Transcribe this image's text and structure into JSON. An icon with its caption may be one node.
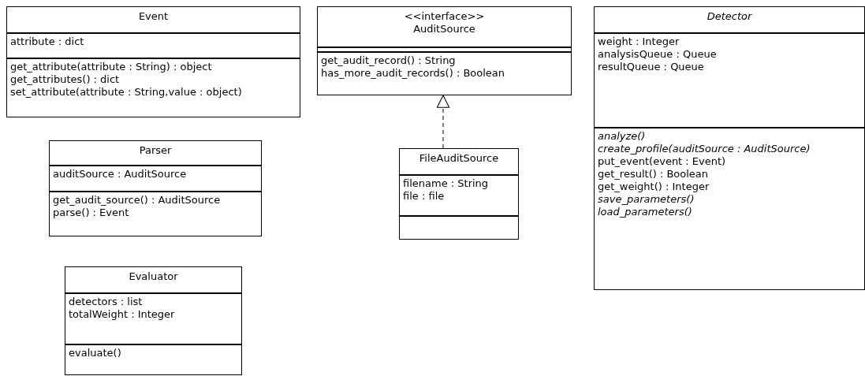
{
  "diagram": {
    "nodes": [
      {
        "text": [
          "Event",
          "attribute : dict",
          "get_attribute(attribute : String) : object",
          "get_attributes() : dict",
          "set_attribute(attribute : String,value : object)"
        ]
      },
      {
        "text": [
          "<<interface>>",
          "AuditSource",
          "get_audit_record() : String",
          "has_more_audit_records() : Boolean"
        ]
      },
      {
        "text": [
          "Detector",
          "weight : Integer",
          "analysisQueue : Queue",
          "resultQueue : Queue",
          "analyze()",
          "create_profile(auditSource : AuditSource)",
          "put_event(event : Event)",
          "get_result() : Boolean",
          "get_weight() : Integer",
          "save_parameters()",
          "load_parameters()"
        ]
      },
      {
        "text": [
          "Parser",
          "auditSource : AuditSource",
          "get_audit_source() : AuditSource",
          "parse() : Event"
        ]
      },
      {
        "text": [
          "FileAuditSource",
          "filename : String",
          "file : file"
        ]
      },
      {
        "text": [
          "Evaluator",
          "detectors : list",
          "totalWeight : Integer",
          "evaluate()"
        ]
      }
    ],
    "edges": [
      {
        "from": 4,
        "to": 1,
        "arrow": "to",
        "style": "dashed"
      }
    ]
  }
}
